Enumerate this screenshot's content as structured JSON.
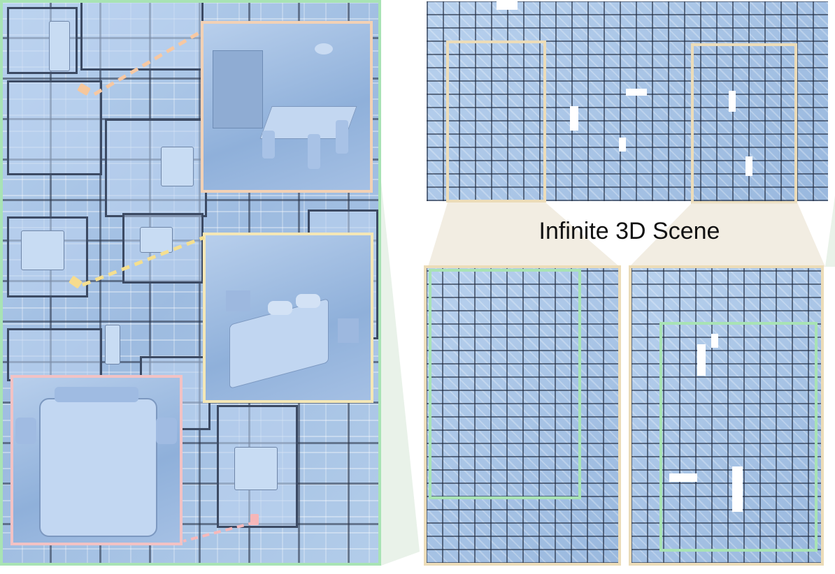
{
  "caption": "Infinite 3D Scene",
  "colors": {
    "green_frame": "#a8e3b4",
    "tan_frame": "#ecdcb8",
    "pink_frame": "#f2c2c4",
    "yellow_frame": "#f4e7b6",
    "floor_blue": "#a9c5e6",
    "camera_orange": "#f6c79c",
    "camera_yellow": "#f7dc8e",
    "camera_pink": "#f5b6b8"
  },
  "panels": {
    "left": "zoomed floor plan with camera views",
    "insets": [
      "dining-room-render",
      "bedroom-render",
      "bed-closeup-render"
    ],
    "right_top": "infinite scene overview",
    "right_bottom": [
      "crop-left",
      "crop-right"
    ]
  }
}
